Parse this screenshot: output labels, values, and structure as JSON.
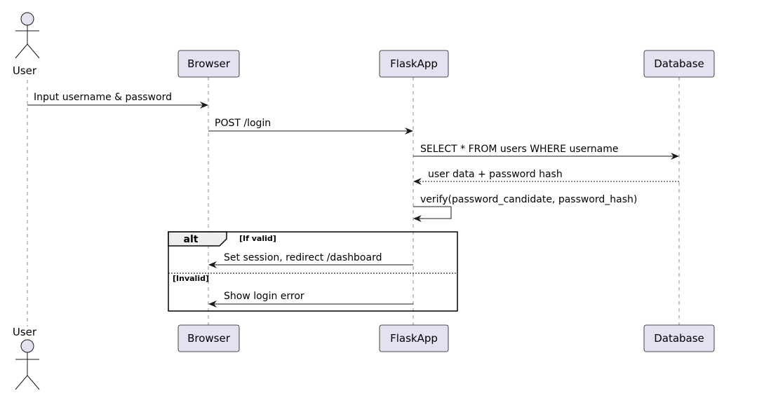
{
  "colors": {
    "participant_fill": "#E2E2F0",
    "participant_stroke": "#181818",
    "lifeline": "#181818",
    "frame_stroke": "#000000",
    "frame_tab_fill": "#EEEEEE"
  },
  "participants": {
    "user": "User",
    "browser": "Browser",
    "flask": "FlaskApp",
    "db": "Database"
  },
  "messages": {
    "m1": "Input username & password",
    "m2": "POST /login",
    "m3": "SELECT * FROM users WHERE username",
    "m4": "user data + password hash",
    "m5": "verify(password_candidate, password_hash)",
    "m6": "Set session, redirect /dashboard",
    "m7": "Show login error"
  },
  "frame": {
    "keyword": "alt",
    "guard1": "[If valid]",
    "guard2": "[Invalid]"
  }
}
